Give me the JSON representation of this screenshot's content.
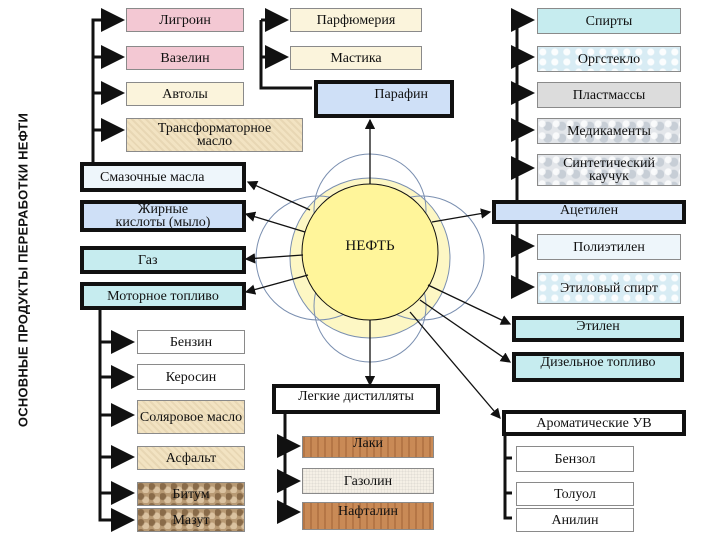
{
  "sidebar": {
    "title": "ОСНОВНЫЕ ПРОДУКТЫ ПЕРЕРАБОТКИ НЕФТИ"
  },
  "center": {
    "label": "НЕФТЬ"
  },
  "left": {
    "ligroin": "Лигроин",
    "vazelin": "Вазелин",
    "avtoly": "Автолы",
    "transformer_oil": "Трансформаторное масло",
    "lubricating_oils": "Смазочные масла",
    "fatty_acids": "Жирные кислоты (мыло)",
    "gas": "Газ",
    "motor_fuel": "Моторное топливо",
    "benzin": "Бензин",
    "kerosin": "Керосин",
    "solar_oil": "Соляровое масло",
    "asphalt": "Асфальт",
    "bitum": "Битум",
    "mazut": "Мазут"
  },
  "middle": {
    "parfumeria": "Парфюмерия",
    "mastika": "Мастика",
    "parafin": "Парафин",
    "light_distillates": "Легкие дистилляты",
    "laki": "Лаки",
    "gazolin": "Газолин",
    "naftalin": "Нафталин"
  },
  "right": {
    "spirty": "Спирты",
    "orgsteklo": "Оргстекло",
    "plastmassy": "Пластмассы",
    "medikamenty": "Медикаменты",
    "synthetic_rubber": "Синтетический каучук",
    "acetilen": "Ацетилен",
    "polietilen": "Полиэтилен",
    "ethyl_alcohol": "Этиловый спирт",
    "etilen": "Этилен",
    "diesel_fuel": "Дизельное топливо",
    "aromatic_hc": "Ароматические УВ",
    "benzol": "Бензол",
    "toluol": "Толуол",
    "anilin": "Анилин"
  }
}
